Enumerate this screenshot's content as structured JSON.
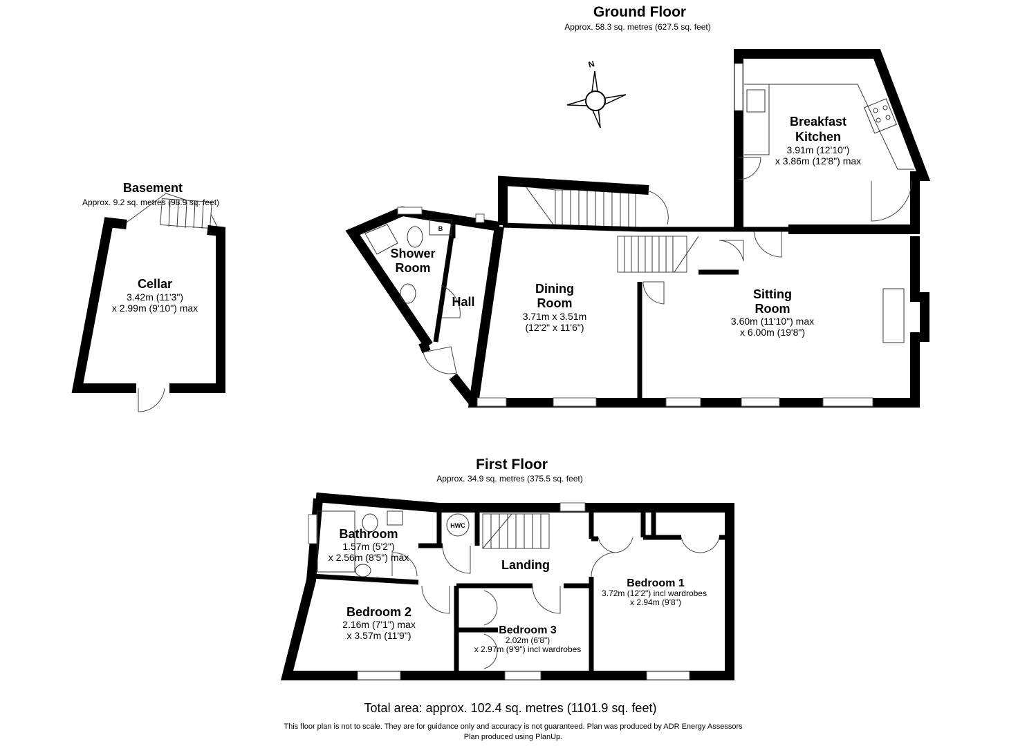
{
  "ground_floor": {
    "title": "Ground Floor",
    "area": "Approx. 58.3 sq. metres (627.5 sq. feet)",
    "rooms": {
      "breakfast_kitchen": {
        "name_1": "Breakfast",
        "name_2": "Kitchen",
        "dim_1": "3.91m (12'10\")",
        "dim_2": "x 3.86m (12'8\") max"
      },
      "shower_room": {
        "name_1": "Shower",
        "name_2": "Room"
      },
      "hall": {
        "name": "Hall"
      },
      "dining_room": {
        "name_1": "Dining",
        "name_2": "Room",
        "dim_1": "3.71m x 3.51m",
        "dim_2": "(12'2\" x 11'6\")"
      },
      "sitting_room": {
        "name_1": "Sitting",
        "name_2": "Room",
        "dim_1": "3.60m (11'10\") max",
        "dim_2": "x 6.00m (19'8\")"
      }
    },
    "boiler_label": "B",
    "compass_label": "N"
  },
  "basement": {
    "title": "Basement",
    "area": "Approx. 9.2 sq. metres (98.9 sq. feet)",
    "rooms": {
      "cellar": {
        "name": "Cellar",
        "dim_1": "3.42m (11'3\")",
        "dim_2": "x 2.99m (9'10\") max"
      }
    }
  },
  "first_floor": {
    "title": "First Floor",
    "area": "Approx. 34.9 sq. metres (375.5 sq. feet)",
    "rooms": {
      "bathroom": {
        "name": "Bathroom",
        "dim_1": "1.57m (5'2\")",
        "dim_2": "x 2.56m (8'5\") max"
      },
      "landing": {
        "name": "Landing"
      },
      "bedroom_1": {
        "name": "Bedroom 1",
        "dim_1": "3.72m (12'2\") incl wardrobes",
        "dim_2": "x 2.94m (9'8\")"
      },
      "bedroom_2": {
        "name": "Bedroom 2",
        "dim_1": "2.16m (7'1\") max",
        "dim_2": "x 3.57m (11'9\")"
      },
      "bedroom_3": {
        "name": "Bedroom 3",
        "dim_1": "2.02m (6'8\")",
        "dim_2": "x 2.97m (9'9\") incl wardrobes"
      }
    },
    "hwc_label": "HWC"
  },
  "footer": {
    "total": "Total area: approx. 102.4 sq. metres (1101.9 sq. feet)",
    "disclaimer_1": "This floor plan is not to scale. They are for guidance only and accuracy is not guaranteed. Plan was produced by ADR Energy Assessors",
    "disclaimer_2": "Plan produced using PlanUp."
  }
}
